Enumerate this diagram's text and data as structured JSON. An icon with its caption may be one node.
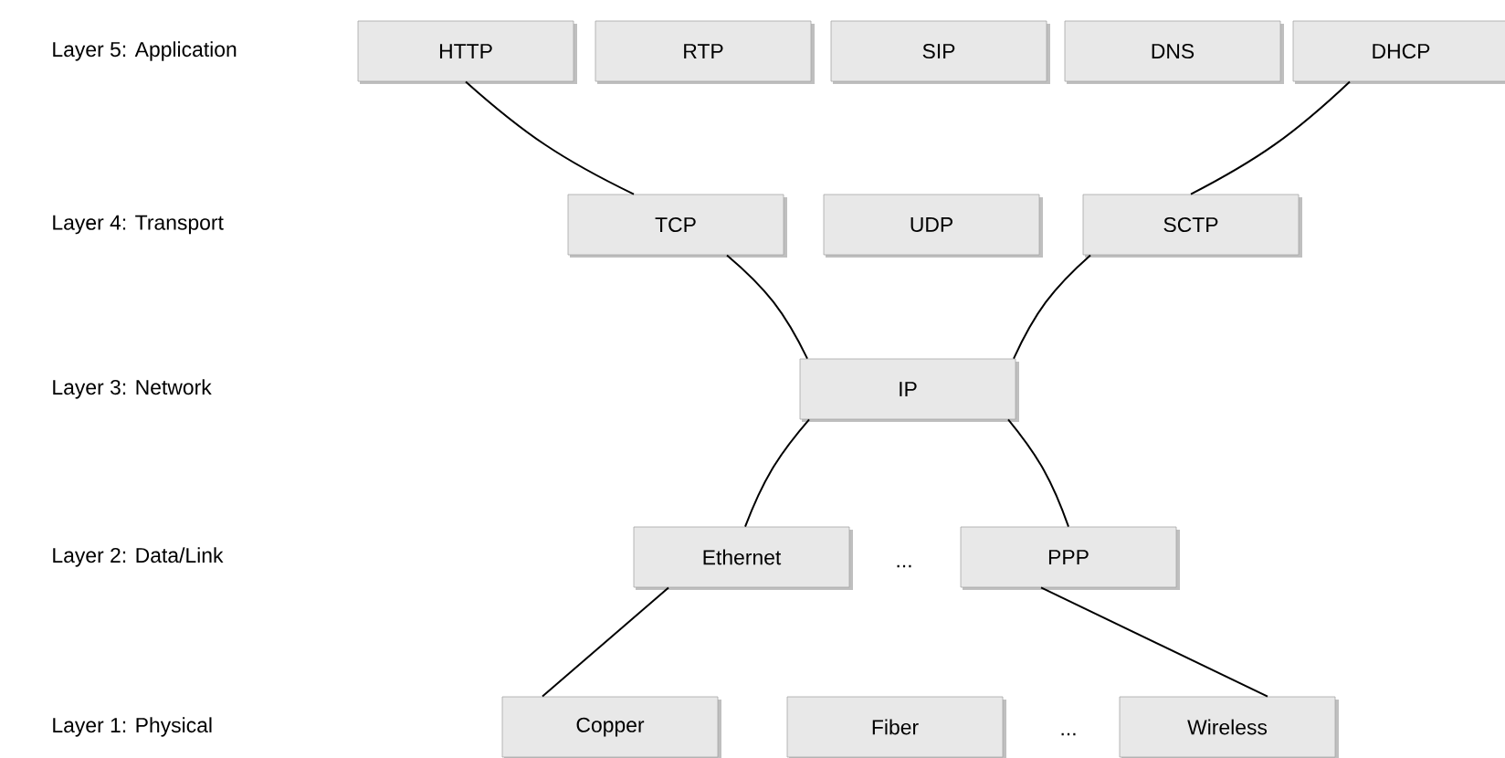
{
  "diagram": {
    "nodes": [
      {
        "text": [
          "HTTP"
        ]
      },
      {
        "text": [
          "RTP"
        ]
      },
      {
        "text": [
          "SIP"
        ]
      },
      {
        "text": [
          "DNS"
        ]
      },
      {
        "text": [
          "DHCP"
        ]
      },
      {
        "text": [
          "TCP"
        ]
      },
      {
        "text": [
          "UDP"
        ]
      },
      {
        "text": [
          "SCTP"
        ]
      },
      {
        "text": [
          "IP"
        ]
      },
      {
        "text": [
          "Ethernet"
        ]
      },
      {
        "text": [
          "PPP"
        ]
      },
      {
        "text": [
          "Copper"
        ]
      },
      {
        "text": [
          "Fiber"
        ]
      },
      {
        "text": [
          "Wireless"
        ]
      }
    ],
    "edges": [
      {
        "from": 0,
        "to": 5,
        "arrow": "none"
      },
      {
        "from": 4,
        "to": 7,
        "arrow": "none"
      },
      {
        "from": 5,
        "to": 8,
        "arrow": "none"
      },
      {
        "from": 7,
        "to": 8,
        "arrow": "none"
      },
      {
        "from": 8,
        "to": 9,
        "arrow": "none"
      },
      {
        "from": 8,
        "to": 10,
        "arrow": "none"
      },
      {
        "from": 9,
        "to": 11,
        "arrow": "none"
      },
      {
        "from": 10,
        "to": 13,
        "arrow": "none"
      }
    ],
    "labels": [
      "Layer 5: Application",
      "Layer 4: Transport",
      "Layer 3: Network",
      "Layer 2: Data/Link",
      "...",
      "Layer 1: Physical",
      "..."
    ]
  }
}
